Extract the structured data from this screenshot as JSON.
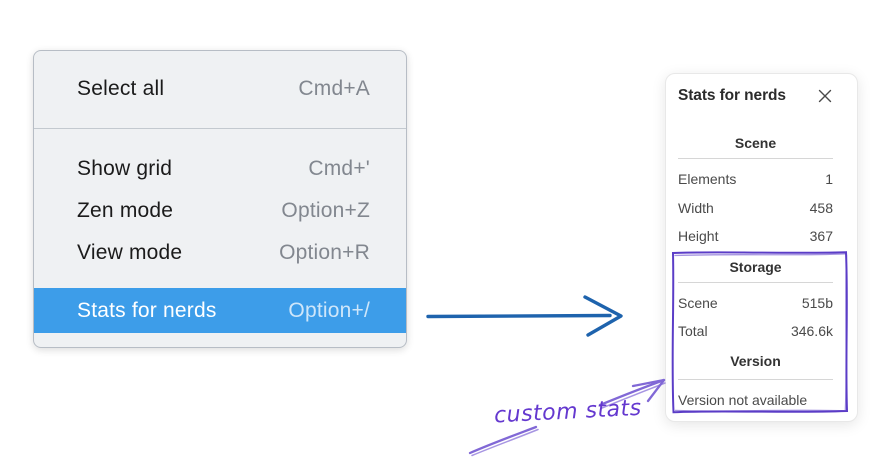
{
  "context_menu": {
    "items": [
      {
        "label": "Select all",
        "shortcut": "Cmd+A",
        "highlighted": false
      },
      {
        "label": "Show grid",
        "shortcut": "Cmd+'",
        "highlighted": false
      },
      {
        "label": "Zen mode",
        "shortcut": "Option+Z",
        "highlighted": false
      },
      {
        "label": "View mode",
        "shortcut": "Option+R",
        "highlighted": false
      },
      {
        "label": "Stats for nerds",
        "shortcut": "Option+/",
        "highlighted": true
      }
    ],
    "highlight_color": "#3d9de9"
  },
  "stats_panel": {
    "title": "Stats for nerds",
    "sections": [
      {
        "heading": "Scene",
        "rows": [
          {
            "label": "Elements",
            "value": "1"
          },
          {
            "label": "Width",
            "value": "458"
          },
          {
            "label": "Height",
            "value": "367"
          }
        ]
      },
      {
        "heading": "Storage",
        "rows": [
          {
            "label": "Scene",
            "value": "515b"
          },
          {
            "label": "Total",
            "value": "346.6k"
          }
        ]
      },
      {
        "heading": "Version",
        "rows": [],
        "note": "Version not available"
      }
    ]
  },
  "annotations": {
    "custom_stats_label": "custom stats",
    "blue_arrow_color": "#1e63ad",
    "box_purple": "#5b3dc7",
    "arrow_purple": "#8168d6",
    "label_purple": "#6438cf"
  },
  "icons": {
    "close": "✕"
  }
}
